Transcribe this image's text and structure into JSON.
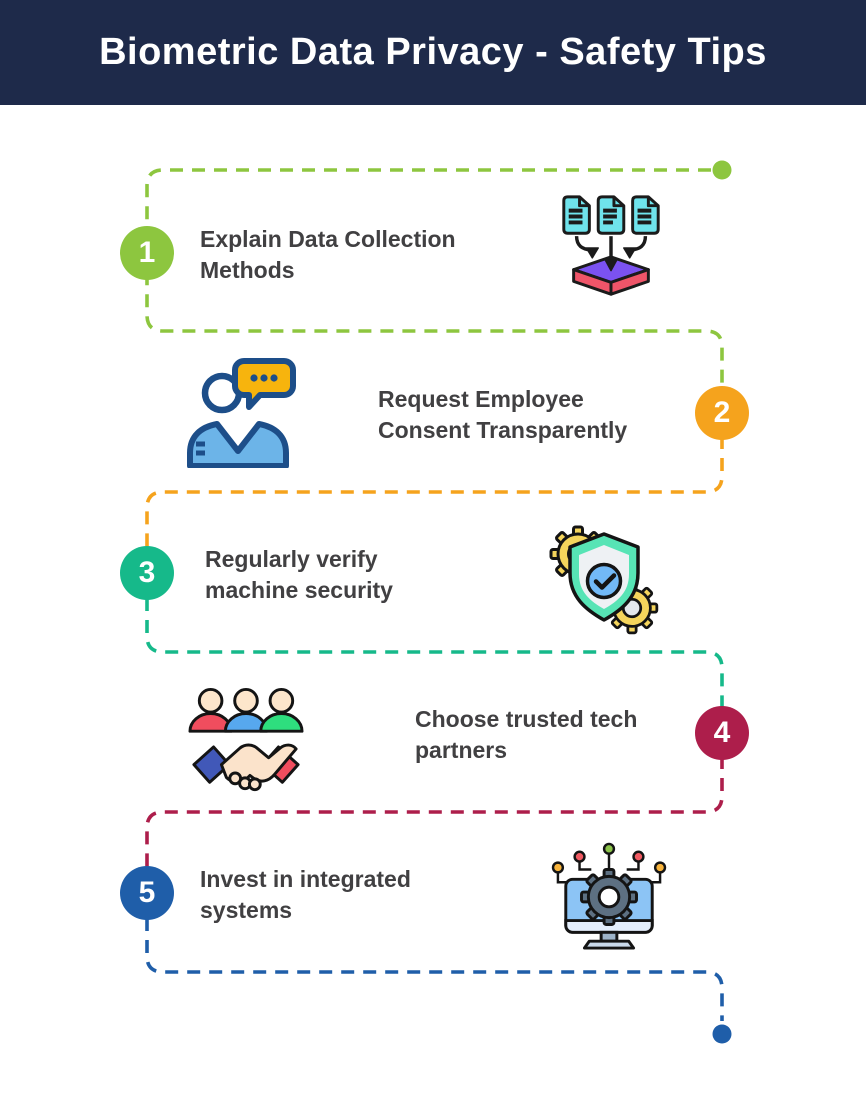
{
  "header": {
    "title": "Biometric Data Privacy - Safety Tips",
    "bg_color": "#1e2a4a",
    "text_color": "#ffffff"
  },
  "steps": [
    {
      "number": "1",
      "label": "Explain Data Collection Methods",
      "color": "#8dc63f",
      "icon": "data-collection-icon",
      "side": "left"
    },
    {
      "number": "2",
      "label": "Request Employee Consent Transparently",
      "color": "#f5a31d",
      "icon": "employee-consent-icon",
      "side": "right"
    },
    {
      "number": "3",
      "label": "Regularly verify machine security",
      "color": "#16b98a",
      "icon": "machine-security-icon",
      "side": "left"
    },
    {
      "number": "4",
      "label": "Choose trusted tech partners",
      "color": "#ad1e4b",
      "icon": "tech-partners-icon",
      "side": "right"
    },
    {
      "number": "5",
      "label": "Invest in integrated systems",
      "color": "#1f5ea9",
      "icon": "integrated-systems-icon",
      "side": "left"
    }
  ],
  "timeline": {
    "style": "dashed-serpentine",
    "start_dot_color": "#8dc63f",
    "end_dot_color": "#1f5ea9",
    "text_color": "#414042"
  }
}
